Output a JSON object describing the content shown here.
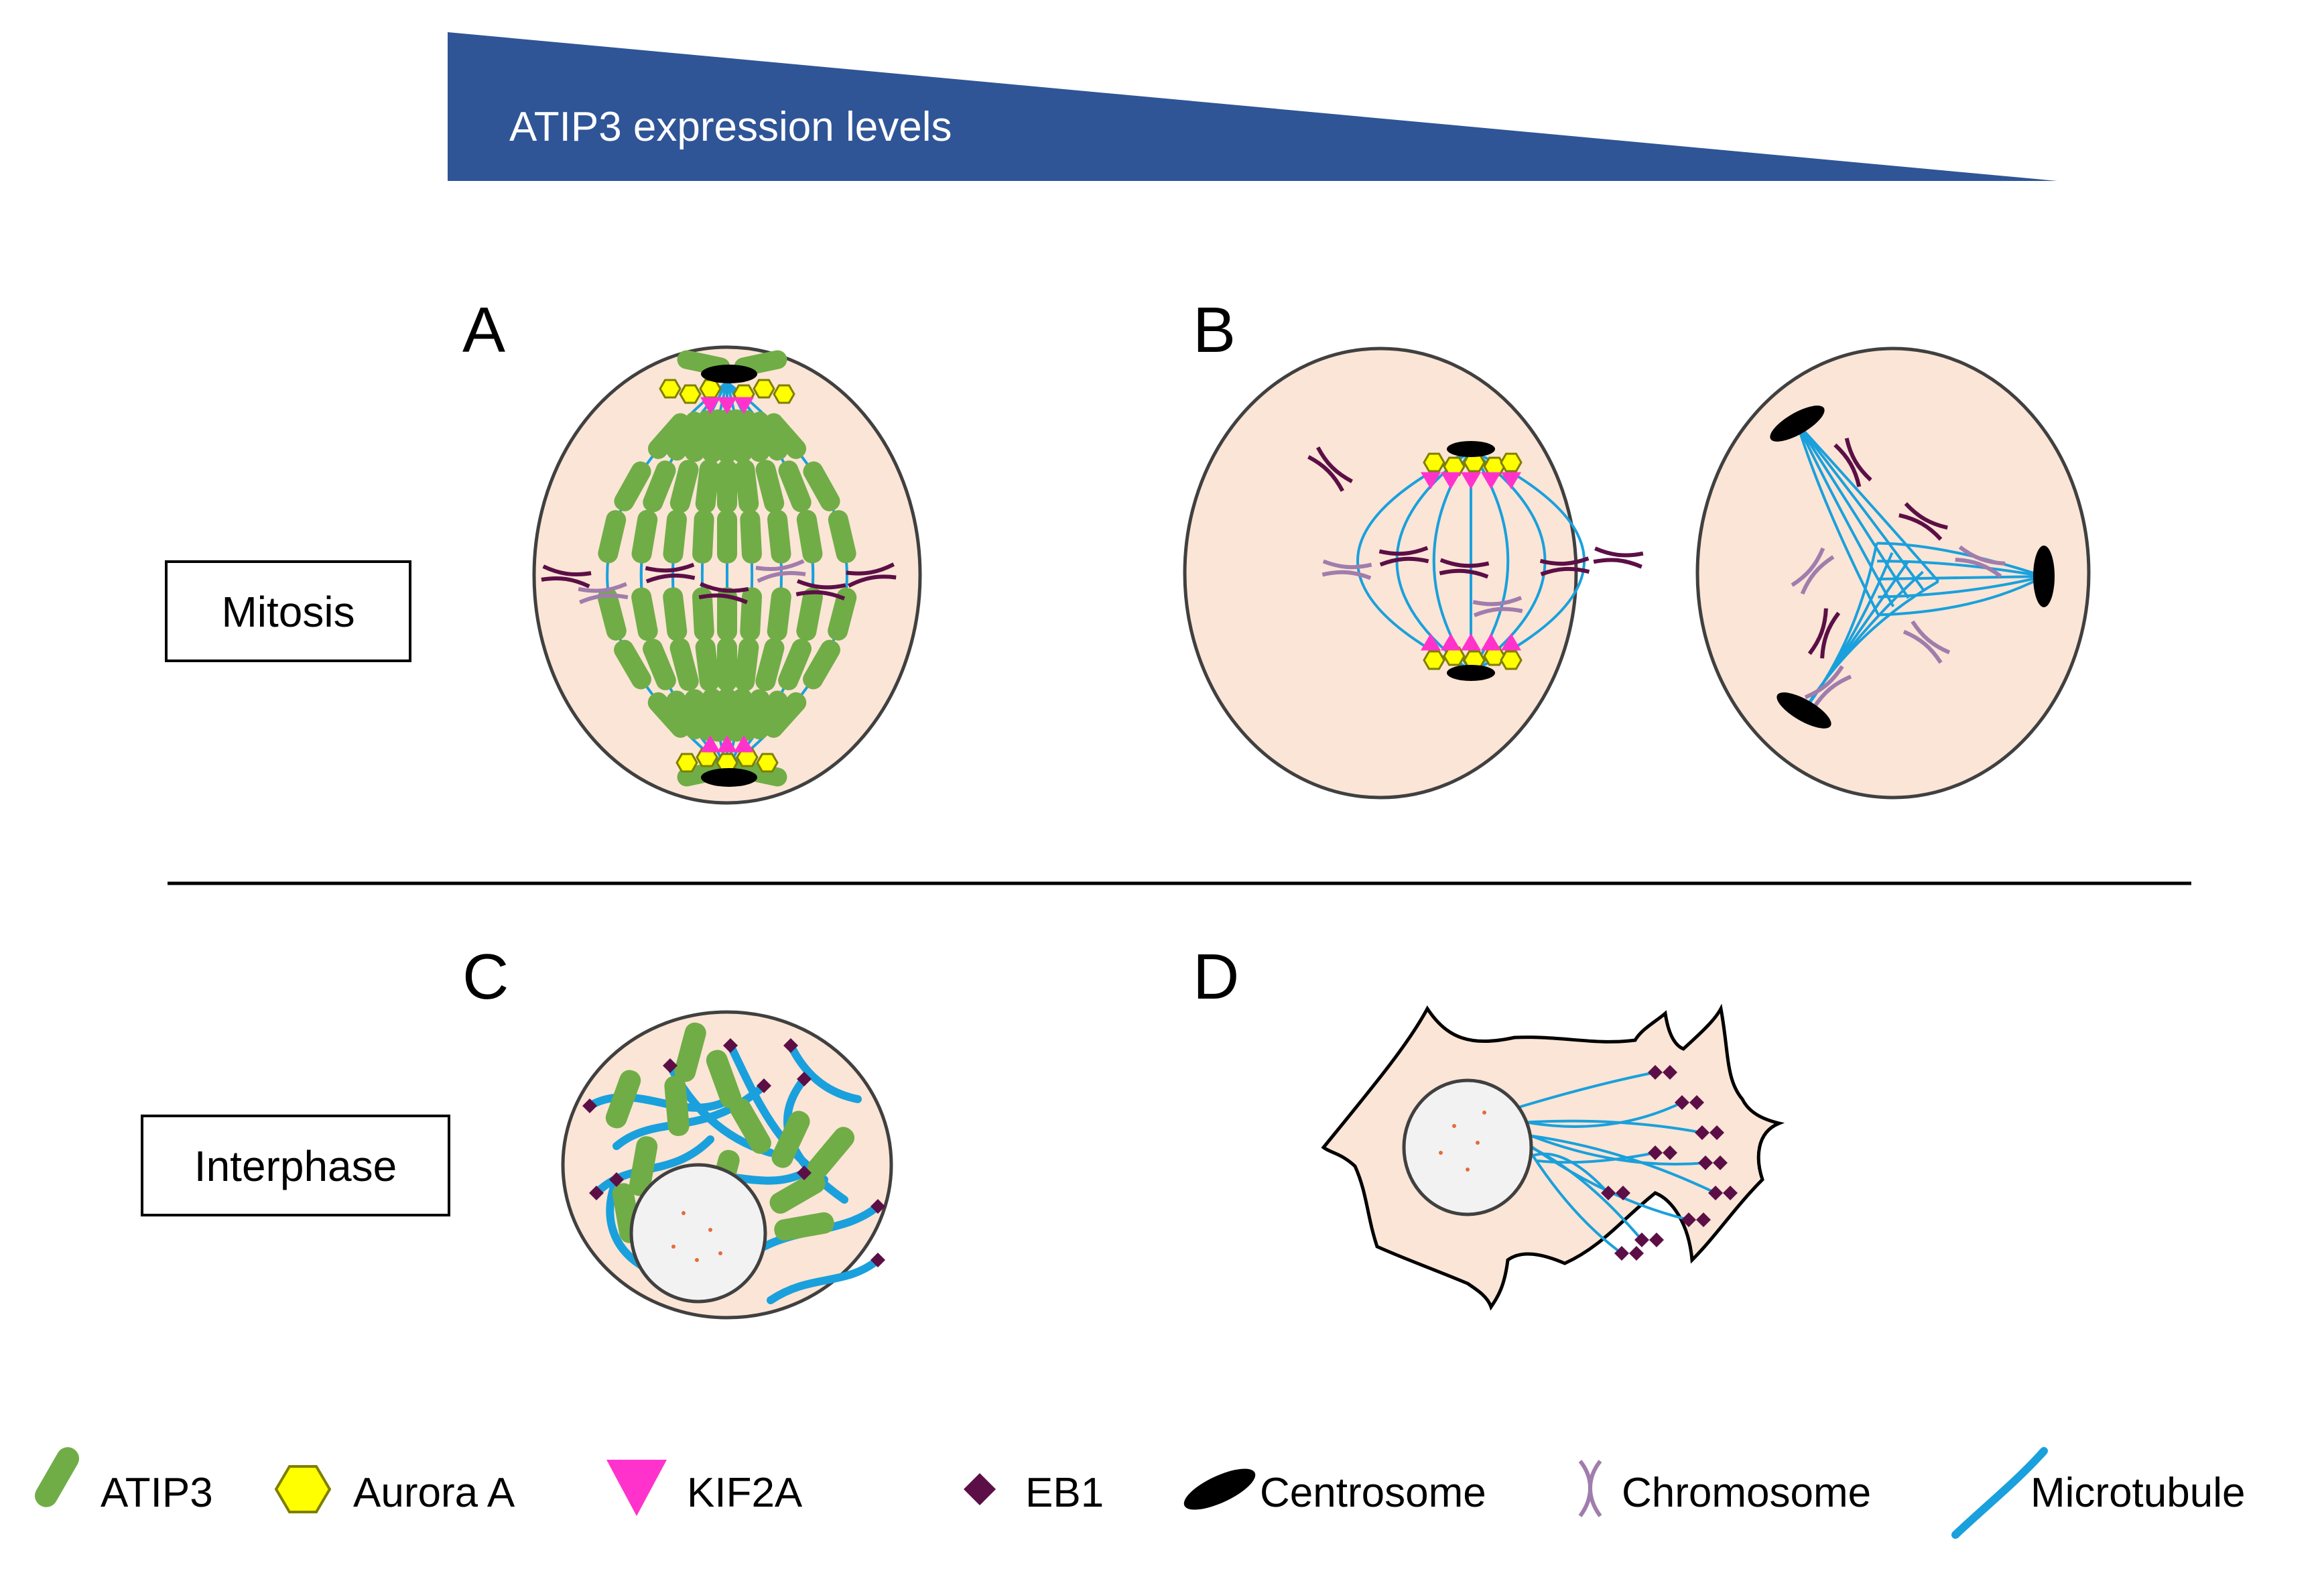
{
  "gradient": {
    "label": "ATIP3 expression levels",
    "color": "#2f5597",
    "text_color": "#ffffff"
  },
  "panels": {
    "a": {
      "letter": "A"
    },
    "b": {
      "letter": "B"
    },
    "c": {
      "letter": "C"
    },
    "d": {
      "letter": "D"
    }
  },
  "rows": {
    "mitosis": "Mitosis",
    "interphase": "Interphase"
  },
  "legend": {
    "items": [
      {
        "label": "ATIP3",
        "icon": "atip3-icon",
        "color": "#70ad47"
      },
      {
        "label": "Aurora A",
        "icon": "aurora-a-icon",
        "color": "#ffff00"
      },
      {
        "label": "KIF2A",
        "icon": "kif2a-icon",
        "color": "#ff33cc"
      },
      {
        "label": "EB1",
        "icon": "eb1-icon",
        "color": "#5c0f46"
      },
      {
        "label": "Centrosome",
        "icon": "centrosome-icon",
        "color": "#000000"
      },
      {
        "label": "Chromosome",
        "icon": "chromosome-icon",
        "color": "#a07dac"
      },
      {
        "label": "Microtubule",
        "icon": "microtubule-icon",
        "color": "#1aa0dc"
      }
    ]
  },
  "colors": {
    "cell_fill": "#fbe5d6",
    "cell_stroke": "#404040",
    "atip3": "#70ad47",
    "aurora": "#ffff00",
    "kif2a": "#ff33cc",
    "eb1": "#5c0f46",
    "centrosome": "#000000",
    "chromosome_dark": "#5c0f46",
    "chromosome_light": "#a07dac",
    "microtubule": "#1aa0dc",
    "nucleus_fill": "#f2f2f2"
  }
}
